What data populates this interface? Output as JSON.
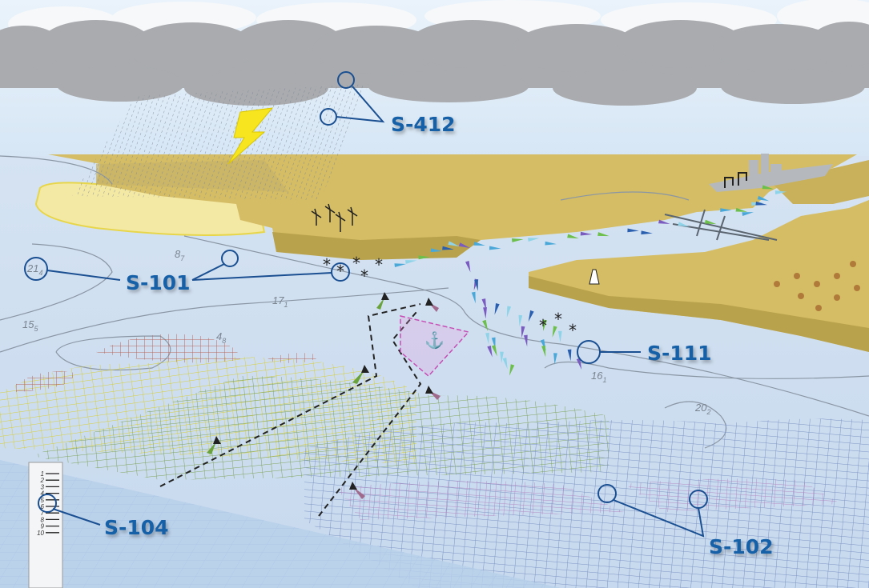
{
  "callouts": {
    "weather": "S-412",
    "enc": "S-101",
    "currents": "S-111",
    "water_level": "S-104",
    "bathymetry": "S-102"
  },
  "depths": [
    {
      "main": "21",
      "sub": "4"
    },
    {
      "main": "8",
      "sub": "7"
    },
    {
      "main": "17",
      "sub": "1"
    },
    {
      "main": "15",
      "sub": "5"
    },
    {
      "main": "4",
      "sub": "8"
    },
    {
      "main": "16",
      "sub": "1"
    },
    {
      "main": "20",
      "sub": "2"
    }
  ],
  "gauge_marks": [
    "1",
    "2",
    "3",
    "4",
    "5",
    "6",
    "7",
    "8",
    "9",
    "10"
  ],
  "colors": {
    "sky": "#dbe9f6",
    "sea": "#d3e2f2",
    "land": "#d4bd64",
    "cloud": "#a9abae",
    "label": "#1560a8"
  }
}
